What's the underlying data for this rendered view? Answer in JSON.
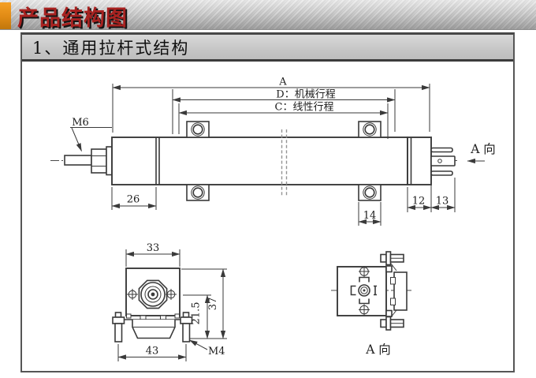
{
  "header": {
    "title": "产品结构图",
    "accent_color": "#E08A14",
    "title_color": "#A82220"
  },
  "section": {
    "title": "1、通用拉杆式结构"
  },
  "diagram": {
    "side_view": {
      "dim_overall": "A",
      "dim_mechanical_stroke": "D：机械行程",
      "dim_linear_stroke": "C：线性行程",
      "rod_thread": "M6",
      "dim_left_section": "26",
      "dim_bracket": "14",
      "dim_cap": "12",
      "dim_pins": "13",
      "direction_marker": "A 向"
    },
    "front_view": {
      "dim_width": "33",
      "dim_height": "37",
      "dim_axis_height": "21.5",
      "dim_mount_span": "43",
      "mount_thread": "M4"
    },
    "a_view": {
      "caption": "A 向"
    }
  }
}
